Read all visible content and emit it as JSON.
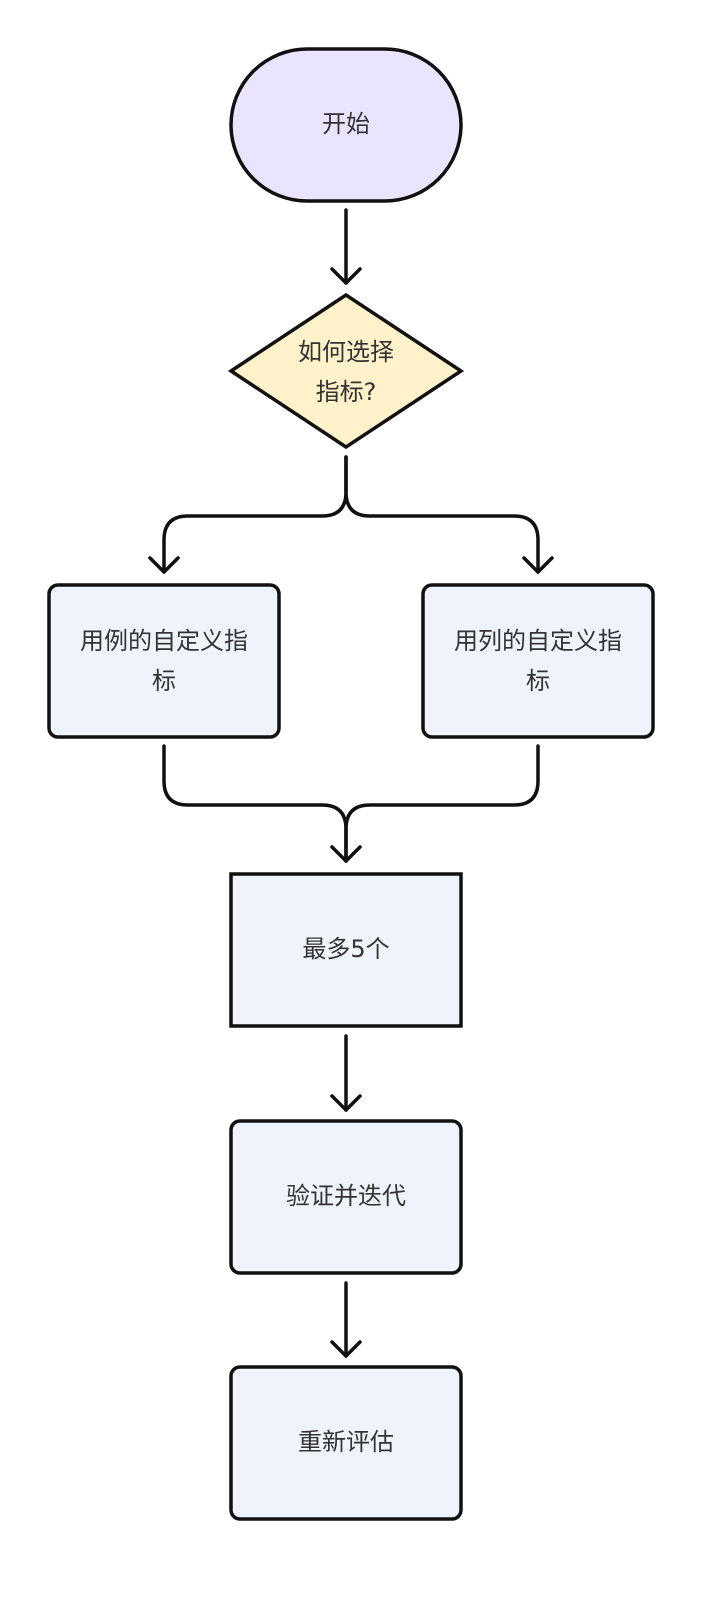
{
  "flowchart": {
    "start": {
      "label": "开始",
      "fill": "#ebe4ff"
    },
    "decision": {
      "label_line1": "如何选择",
      "label_line2": "指标?",
      "fill": "#fff1c9"
    },
    "left_box": {
      "label_line1": "用例的自定义指",
      "label_line2": "标",
      "fill": "#eef3fc"
    },
    "right_box": {
      "label_line1": "用列的自定义指",
      "label_line2": "标",
      "fill": "#eef3fc"
    },
    "max_box": {
      "label": "最多5个",
      "fill": "#eef3fc"
    },
    "validate_box": {
      "label": "验证并迭代",
      "fill": "#eef3fc"
    },
    "reevaluate_box": {
      "label": "重新评估",
      "fill": "#eef3fc"
    }
  }
}
